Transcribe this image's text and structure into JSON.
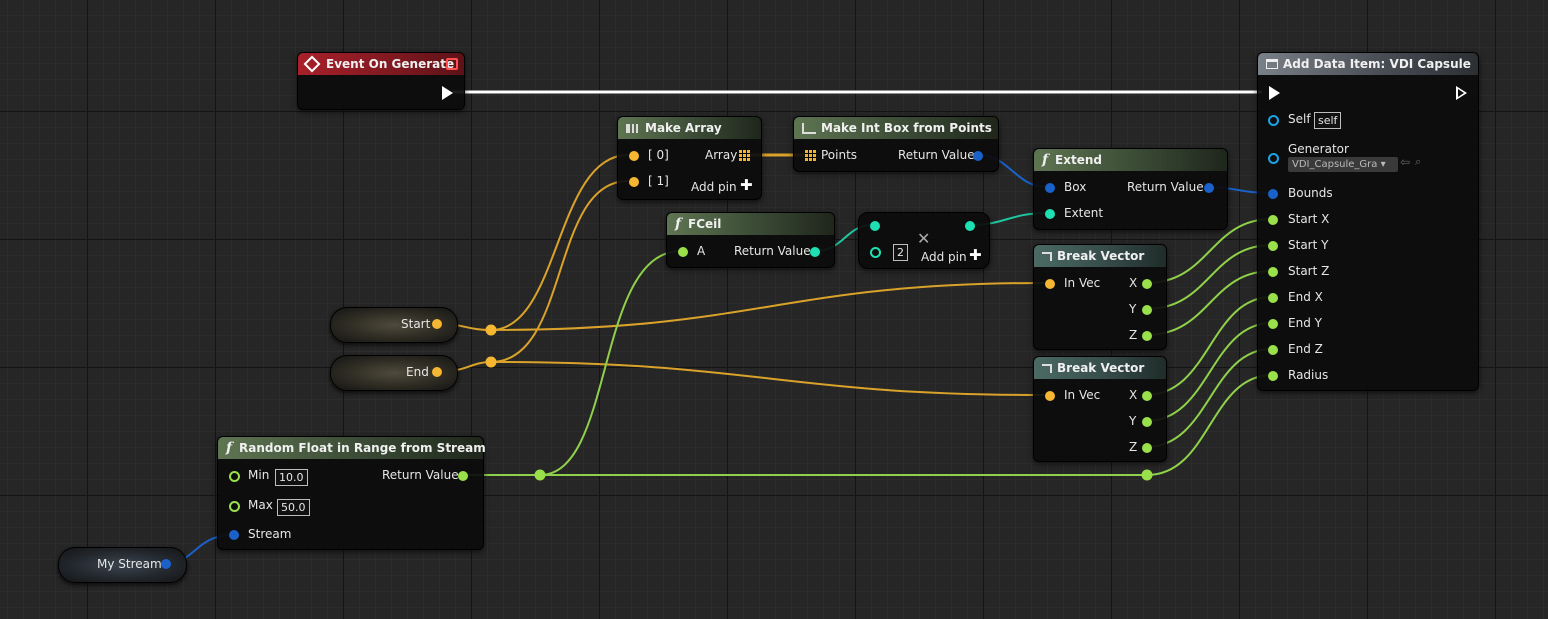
{
  "nodes": {
    "event_on_generate": {
      "title": "Event On Generate"
    },
    "add_data_item": {
      "title": "Add Data Item: VDI Capsule",
      "pins": {
        "self": "Self",
        "self_value": "self",
        "generator": "Generator",
        "generator_value": "VDI_Capsule_Gra",
        "bounds": "Bounds",
        "start_x": "Start X",
        "start_y": "Start Y",
        "start_z": "Start Z",
        "end_x": "End X",
        "end_y": "End Y",
        "end_z": "End Z",
        "radius": "Radius"
      }
    },
    "make_array": {
      "title": "Make Array",
      "pin_0": "[ 0]",
      "pin_1": "[ 1]",
      "array": "Array",
      "add_pin": "Add pin"
    },
    "make_int_box": {
      "title": "Make Int Box from Points",
      "points": "Points",
      "return_value": "Return Value"
    },
    "extend": {
      "title": "Extend",
      "box": "Box",
      "extent": "Extent",
      "return_value": "Return Value"
    },
    "fceil": {
      "title": "FCeil",
      "a": "A",
      "return_value": "Return Value"
    },
    "multiply": {
      "value": "2",
      "add_pin": "Add pin"
    },
    "break_vector_1": {
      "title": "Break Vector",
      "in_vec": "In Vec",
      "x": "X",
      "y": "Y",
      "z": "Z"
    },
    "break_vector_2": {
      "title": "Break Vector",
      "in_vec": "In Vec",
      "x": "X",
      "y": "Y",
      "z": "Z"
    },
    "random_float": {
      "title": "Random Float in Range from Stream",
      "min": "Min",
      "min_value": "10.0",
      "max": "Max",
      "max_value": "50.0",
      "stream": "Stream",
      "return_value": "Return Value"
    }
  },
  "variables": {
    "start": "Start",
    "end": "End",
    "my_stream": "My Stream"
  },
  "colors": {
    "exec": "#ffffff",
    "vector": "#f5b731",
    "float": "#99e04a",
    "int": "#1fe0b2",
    "struct": "#1a62c9",
    "object": "#1aa5e8",
    "event_header": "#a8202a"
  }
}
